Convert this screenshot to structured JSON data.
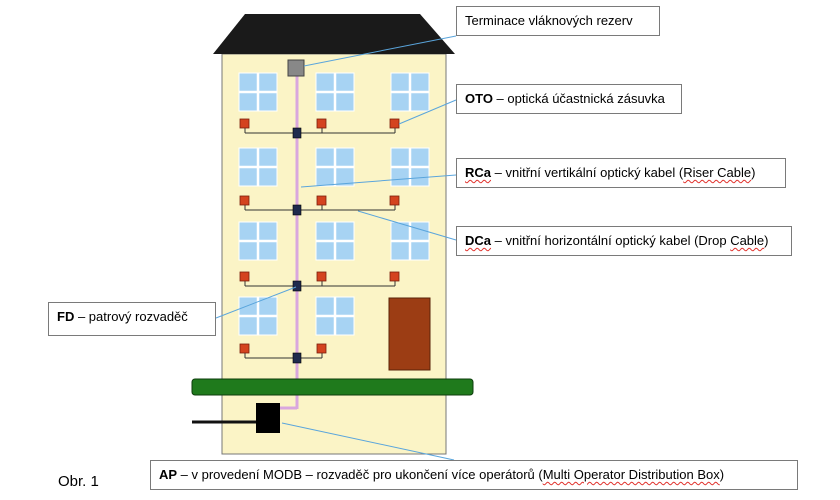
{
  "colors": {
    "roof": "#1a1a1a",
    "wall": "#fbf4c6",
    "window": "#a7d3f3",
    "fiber": "#d9a7de",
    "wiring": "#333333",
    "node": "#1f2a4d",
    "socket": "#d4431f",
    "termination": "#888888",
    "ground": "#1f7a1c",
    "door": "#9c3d14",
    "callout_line": "#5aa5dc",
    "box_border": "#7a7a7a",
    "spellcheck": "#e0302a"
  },
  "labels": {
    "termination": {
      "text": "Terminace vláknových rezerv"
    },
    "oto": {
      "abbr": "OTO",
      "text": " – optická účastnická zásuvka"
    },
    "rca": {
      "abbr": "RCa",
      "text_before": " – vnitřní vertikální optický kabel (",
      "marked": "Riser Cable",
      "text_after": ")"
    },
    "dca": {
      "abbr": "DCa",
      "text_before": " – vnitřní horizontální optický kabel (Drop ",
      "marked": "Cable",
      "text_after": ")"
    },
    "fd": {
      "abbr": "FD",
      "text": " – patrový rozvaděč"
    },
    "ap": {
      "abbr": "AP",
      "text_before": " – v provedení MODB – rozvaděč pro ukončení více operátorů (",
      "marked": "Multi Operator Distribution Box",
      "text_after": ")"
    }
  },
  "caption": "Obr. 1"
}
